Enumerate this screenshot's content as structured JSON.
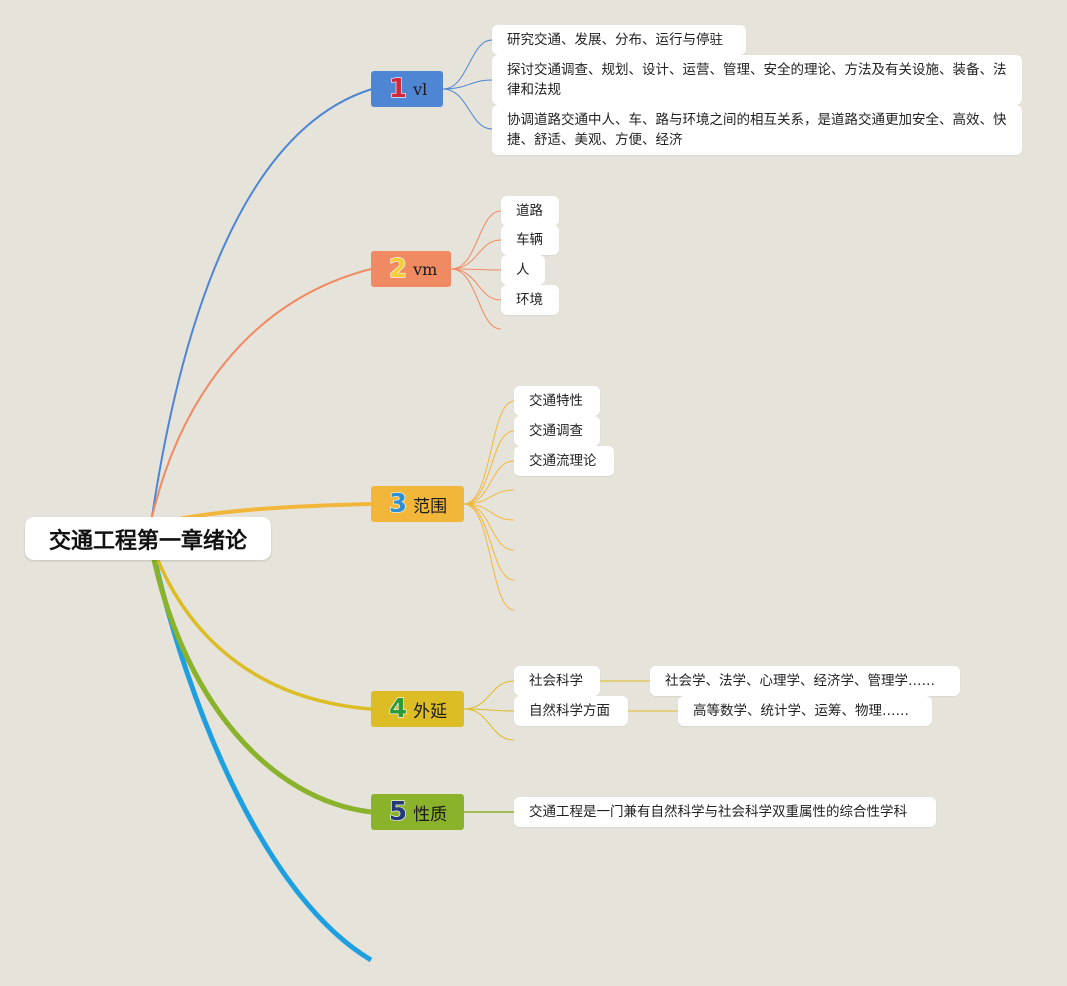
{
  "root": {
    "title": "交通工程第一章绪论"
  },
  "branches": [
    {
      "number": "1",
      "label": "vl",
      "color": "#4e86d4",
      "number_color": "#cf2a3c",
      "leaves": [
        "研究交通、发展、分布、运行与停驻",
        "探讨交通调查、规划、设计、运营、管理、安全的理论、方法及有关设施、装备、法律和法规",
        "协调道路交通中人、车、路与环境之间的相互关系，是道路交通更加安全、高效、快捷、舒适、美观、方便、经济"
      ]
    },
    {
      "number": "2",
      "label": "vm",
      "color": "#f08a63",
      "number_color": "#f3cd3a",
      "leaves": [
        "道路",
        "车辆",
        "人",
        "环境"
      ]
    },
    {
      "number": "3",
      "label": "范围",
      "color": "#f2b73a",
      "number_color": "#2f8fd0",
      "leaves": [
        "交通特性",
        "交通调查",
        "交通流理论"
      ]
    },
    {
      "number": "4",
      "label": "外延",
      "color": "#dcbd25",
      "number_color": "#2e9a3a",
      "leaves": [
        {
          "label": "社会科学",
          "detail": "社会学、法学、心理学、经济学、管理学……"
        },
        {
          "label": "自然科学方面",
          "detail": "高等数学、统计学、运筹、物理……"
        }
      ]
    },
    {
      "number": "5",
      "label": "性质",
      "color": "#8ab22a",
      "number_color": "#243a7a",
      "leaves": [
        "交通工程是一门兼有自然科学与社会科学双重属性的综合性学科"
      ]
    }
  ],
  "extra_line_color": "#1e9fe0"
}
